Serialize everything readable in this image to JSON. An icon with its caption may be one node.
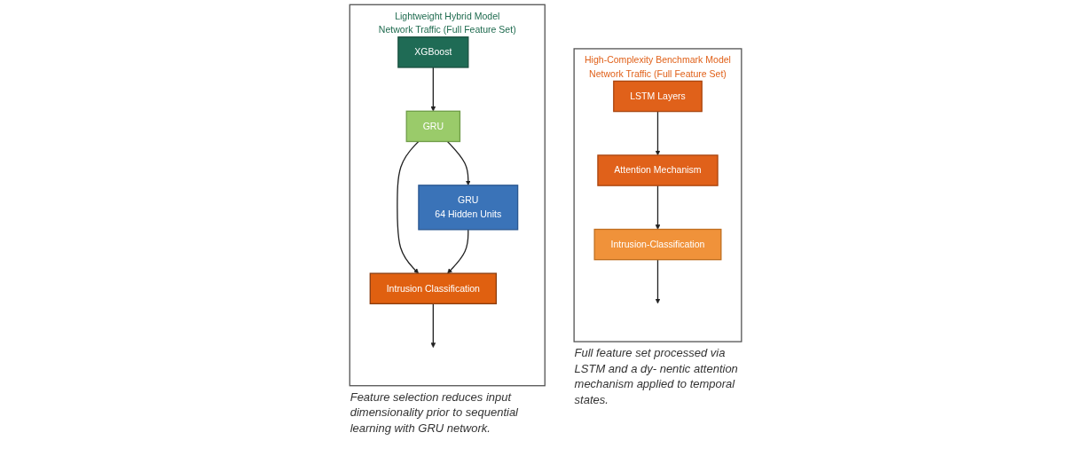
{
  "diagram": {
    "nodes": [
      {
        "text": [
          "Lightweight Hybrid Model",
          "Network Traffic (Full Feature Set)"
        ],
        "beside": [
          "Feature selection reduces input dimensionality prior to sequential learning with GRU network."
        ]
      },
      {
        "text": [
          "XGBoost"
        ],
        "in": 0
      },
      {
        "text": [
          "GRU"
        ],
        "in": 0
      },
      {
        "text": [
          "GRU",
          "64 Hidden Units"
        ],
        "in": 0
      },
      {
        "text": [
          "Intrusion Classification"
        ],
        "in": 0
      },
      {
        "text": [
          "High-Complexity Benchmark Model",
          "Network Traffic (Full Feature Set)"
        ],
        "beside": [
          "Full feature set processed via LSTM and a dy- nentic attention mechanism applied to temporal states."
        ]
      },
      {
        "text": [
          "LSTM Layers"
        ],
        "in": 5
      },
      {
        "text": [
          "Attention Mechanism"
        ],
        "in": 5
      },
      {
        "text": [
          "Intrusion-Classification"
        ],
        "in": 5
      }
    ],
    "edges": [
      {
        "from": 1,
        "to": 2,
        "arrow": "to"
      },
      {
        "from": 2,
        "to": 3,
        "arrow": "to"
      },
      {
        "from": 2,
        "to": 4,
        "arrow": "to"
      },
      {
        "from": 3,
        "to": 4,
        "arrow": "to"
      },
      {
        "from": 4,
        "to": null,
        "arrow": "to"
      },
      {
        "from": 6,
        "to": 7,
        "arrow": "to"
      },
      {
        "from": 7,
        "to": 8,
        "arrow": "to"
      },
      {
        "from": 8,
        "to": null,
        "arrow": "to"
      }
    ]
  }
}
